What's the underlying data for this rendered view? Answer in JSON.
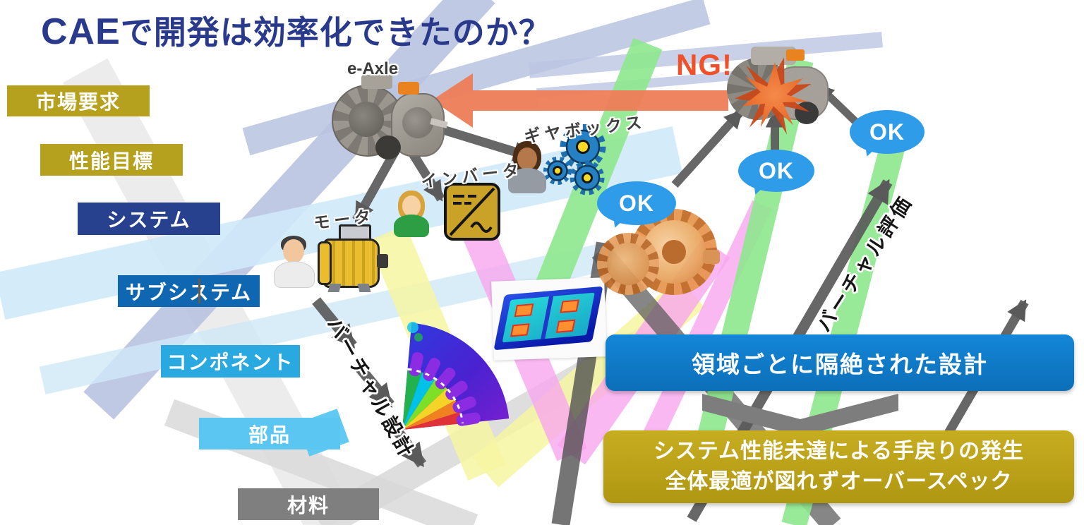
{
  "slide": {
    "title": {
      "highlight": "CAE",
      "rest": "で開発は効率化できたのか？"
    },
    "hierarchy_labels": [
      "市場要求",
      "性能目標",
      "システム",
      "サブシステム",
      "コンポネント",
      "部品",
      "材料"
    ],
    "component_labels": {
      "e_axle": "e-Axle",
      "gearbox": "ギヤボックス",
      "inverter": "インバータ",
      "motor": "モータ"
    },
    "flow_labels": {
      "virtual_design": "バーチャル設計",
      "virtual_evaluation": "バーチャル評価"
    },
    "status_labels": {
      "ng": "NG!",
      "ok_bubbles": [
        "OK",
        "OK",
        "OK"
      ]
    },
    "callouts": {
      "isolated_design": "領域ごとに隔絶された設計",
      "consequence_line1": "システム性能未達による手戻りの発生",
      "consequence_line2": "全体最適が図れずオーバースペック"
    },
    "icons": {
      "gearbox": "gear-icon",
      "inverter": "inverter-icon",
      "motor": "motor-icon",
      "explosion": "explosion-icon",
      "people": "person-icon",
      "down_step": "chevron-down-icon"
    },
    "colors": {
      "title_text": "#293a8d",
      "ng_text": "#f1512a",
      "ok_bubble": "#2f9ce9",
      "orange_arrow": "#ee7d58",
      "gray_arrow": "#5a5a5a",
      "callout_blue": "#0e78c4",
      "callout_olive": "#bfa51a",
      "label_olive": "#b5a11d",
      "label_navy": "#27418e",
      "label_blue": "#0f67b1",
      "label_cyan": "#29a9e0",
      "label_lightblue": "#5bc6f2",
      "label_gray": "#7f7f7f"
    }
  }
}
